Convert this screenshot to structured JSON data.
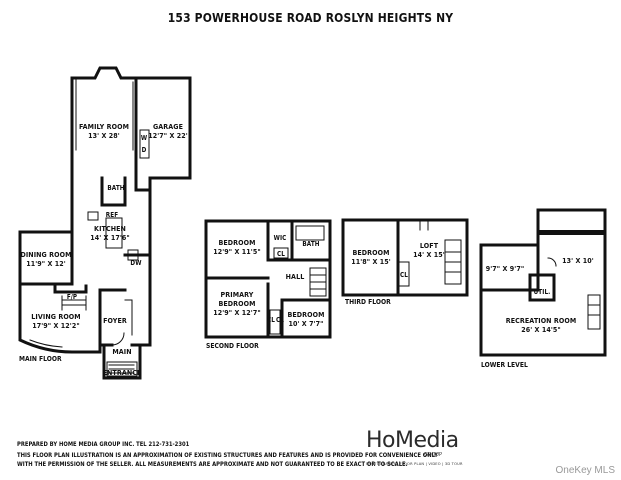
{
  "title": "153 POWERHOUSE ROAD ROSLYN HEIGHTS NY",
  "levels": {
    "main": "MAIN FLOOR",
    "second": "SECOND FLOOR",
    "third": "THIRD FLOOR",
    "lower": "LOWER LEVEL"
  },
  "rooms": {
    "family_room": {
      "name": "FAMILY ROOM",
      "dim": "13' X 28'"
    },
    "garage": {
      "name": "GARAGE",
      "dim": "12'7\" X 22'"
    },
    "wd": {
      "w": "W",
      "d": "D"
    },
    "bath_main": {
      "name": "BATH"
    },
    "ref": {
      "name": "REF"
    },
    "kitchen": {
      "name": "KITCHEN",
      "dim": "14' X 17'6\""
    },
    "dining": {
      "name": "DINING ROOM",
      "dim": "11'9\" X 12'"
    },
    "dw": {
      "name": "DW"
    },
    "fp": {
      "name": "F/P"
    },
    "living": {
      "name": "LIVING ROOM",
      "dim": "17'9\" X 12'2\""
    },
    "foyer": {
      "name": "FOYER"
    },
    "main_entrance": {
      "name": "MAIN",
      "name2": "ENTRANCE"
    },
    "bedroom_2a": {
      "name": "BEDROOM",
      "dim": "12'9\" X 11'5\""
    },
    "wic": {
      "name": "WIC"
    },
    "bath_2": {
      "name": "BATH"
    },
    "cl_2a": {
      "name": "CL"
    },
    "hall": {
      "name": "HALL"
    },
    "primary": {
      "name": "PRIMARY",
      "name2": "BEDROOM",
      "dim": "12'9\" X 12'7\""
    },
    "cl_2b": {
      "name": "CL"
    },
    "cl_2c": {
      "name": "CL"
    },
    "bedroom_2b": {
      "name": "BEDROOM",
      "dim": "10' X 7'7\""
    },
    "bedroom_3": {
      "name": "BEDROOM",
      "dim": "11'8\" X 15'"
    },
    "loft": {
      "name": "LOFT",
      "dim": "14' X 15'"
    },
    "cl_3": {
      "name": "CL"
    },
    "lower_a": {
      "dim": "9'7\" X 9'7\""
    },
    "lower_b": {
      "dim": "13' X 10'"
    },
    "util": {
      "name": "UTIL."
    },
    "recreation": {
      "name": "RECREATION ROOM",
      "dim": "26' X 14'5\""
    }
  },
  "footer": {
    "line1": "PREPARED  BY  HOME MEDIA GROUP INC.  TEL 212-731-2301",
    "line2": "THIS FLOOR PLAN ILLUSTRATION IS AN APPROXIMATION OF EXISTING STRUCTURES AND FEATURES AND IS PROVIDED FOR CONVENIENCE ONLY",
    "line3": "WITH THE PERMISSION OF THE SELLER.  ALL MEASUREMENTS ARE APPROXIMATE AND NOT GUARANTEED TO BE EXACT OR TO SCALE."
  },
  "logo": {
    "word": "HoMedia",
    "sub": "GROUP",
    "tagline": "PHOTOGRAPHY | FLOOR PLAN | VIDEO | 3D TOUR"
  },
  "watermark": "OneKey MLS"
}
